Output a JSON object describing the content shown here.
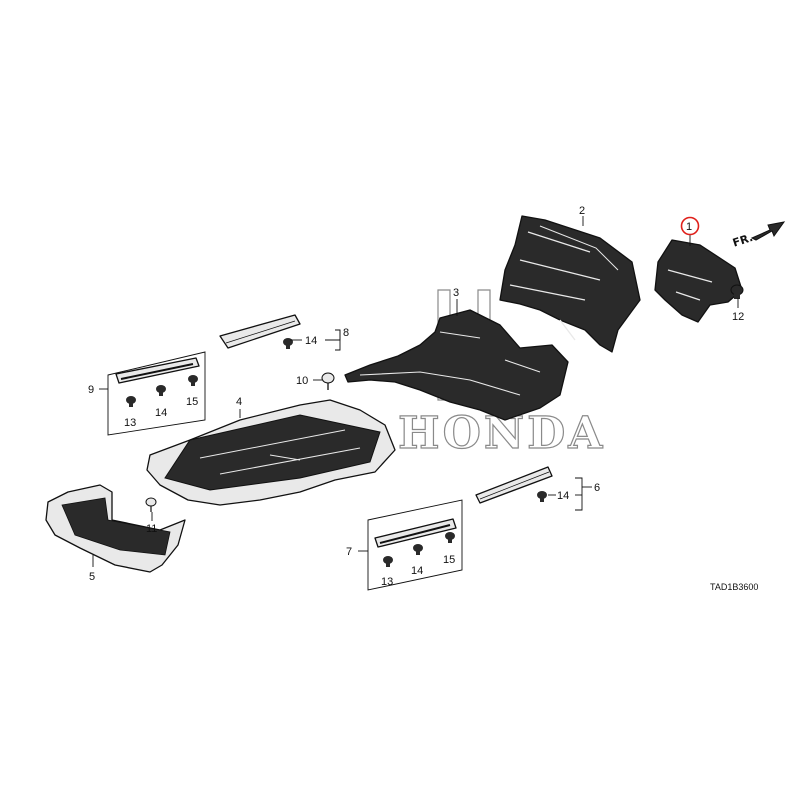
{
  "diagram": {
    "code": "TAD1B3600",
    "front_arrow_label": "FR.",
    "watermark": "HONDA",
    "callouts": {
      "p1": "1",
      "p2": "2",
      "p3": "3",
      "p4": "4",
      "p5": "5",
      "p6": "6",
      "p7": "7",
      "p8": "8",
      "p9": "9",
      "p10": "10",
      "p11": "11",
      "p12": "12",
      "g9_13": "13",
      "g9_14": "14",
      "g9_15": "15",
      "g7_13": "13",
      "g7_14": "14",
      "g7_15": "15",
      "g8_14": "14",
      "g6_14": "14"
    },
    "highlight_color": "#e0201b",
    "part_fill": "#2a2a2a",
    "part_fill_light": "#e9e9e9"
  }
}
